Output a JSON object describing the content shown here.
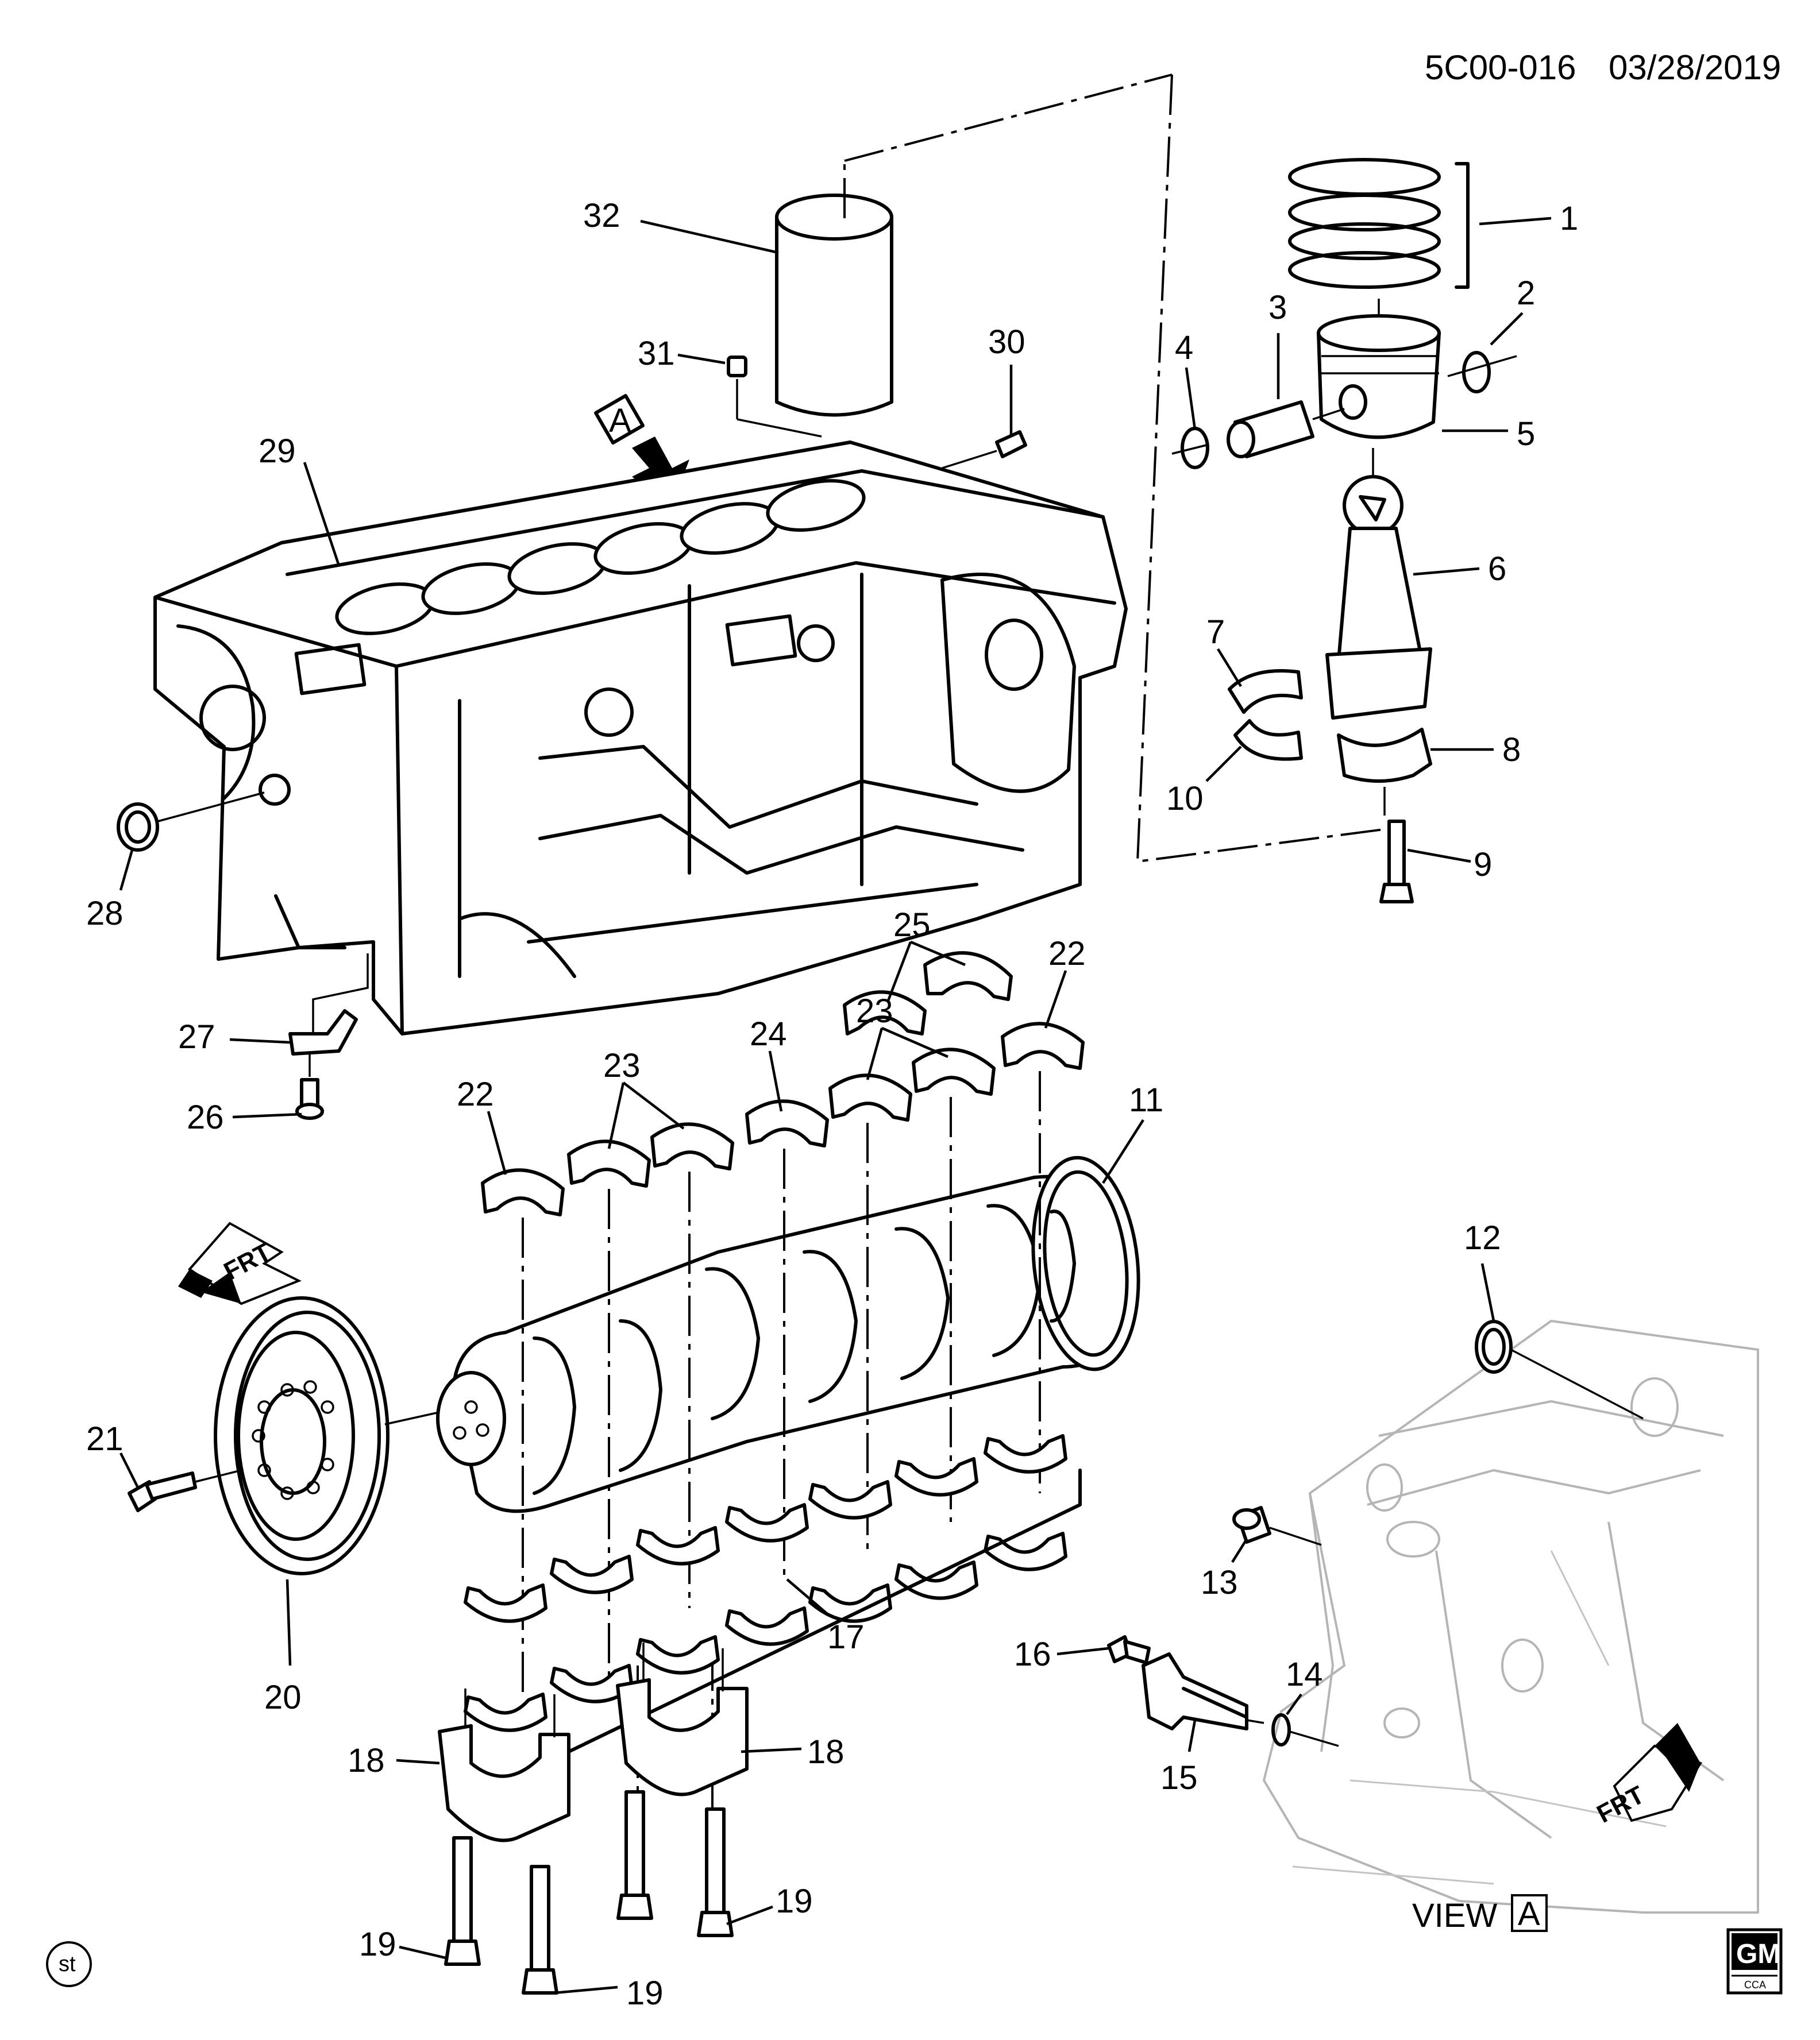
{
  "header": {
    "diagram_code": "5C00-016",
    "date": "03/28/2019"
  },
  "view": {
    "label": "VIEW",
    "ref": "A"
  },
  "arrow_a": {
    "label": "A"
  },
  "frt_labels": {
    "left": "FRT",
    "right": "FRT"
  },
  "st_mark": "st",
  "logo": {
    "brand": "GM",
    "sub": "CCA"
  },
  "callouts": {
    "c1": "1",
    "c2": "2",
    "c3": "3",
    "c4": "4",
    "c5": "5",
    "c6": "6",
    "c7": "7",
    "c8": "8",
    "c9": "9",
    "c10": "10",
    "c11": "11",
    "c12": "12",
    "c13": "13",
    "c14": "14",
    "c15": "15",
    "c16": "16",
    "c17": "17",
    "c18a": "18",
    "c18b": "18",
    "c19a": "19",
    "c19b": "19",
    "c19c": "19",
    "c20": "20",
    "c21": "21",
    "c22a": "22",
    "c22b": "22",
    "c23a": "23",
    "c23b": "23",
    "c24": "24",
    "c25": "25",
    "c26": "26",
    "c27": "27",
    "c28": "28",
    "c29": "29",
    "c30": "30",
    "c31": "31",
    "c32": "32"
  },
  "colors": {
    "line": "#000000",
    "ghost": "#b5b5b5",
    "background": "#ffffff"
  }
}
